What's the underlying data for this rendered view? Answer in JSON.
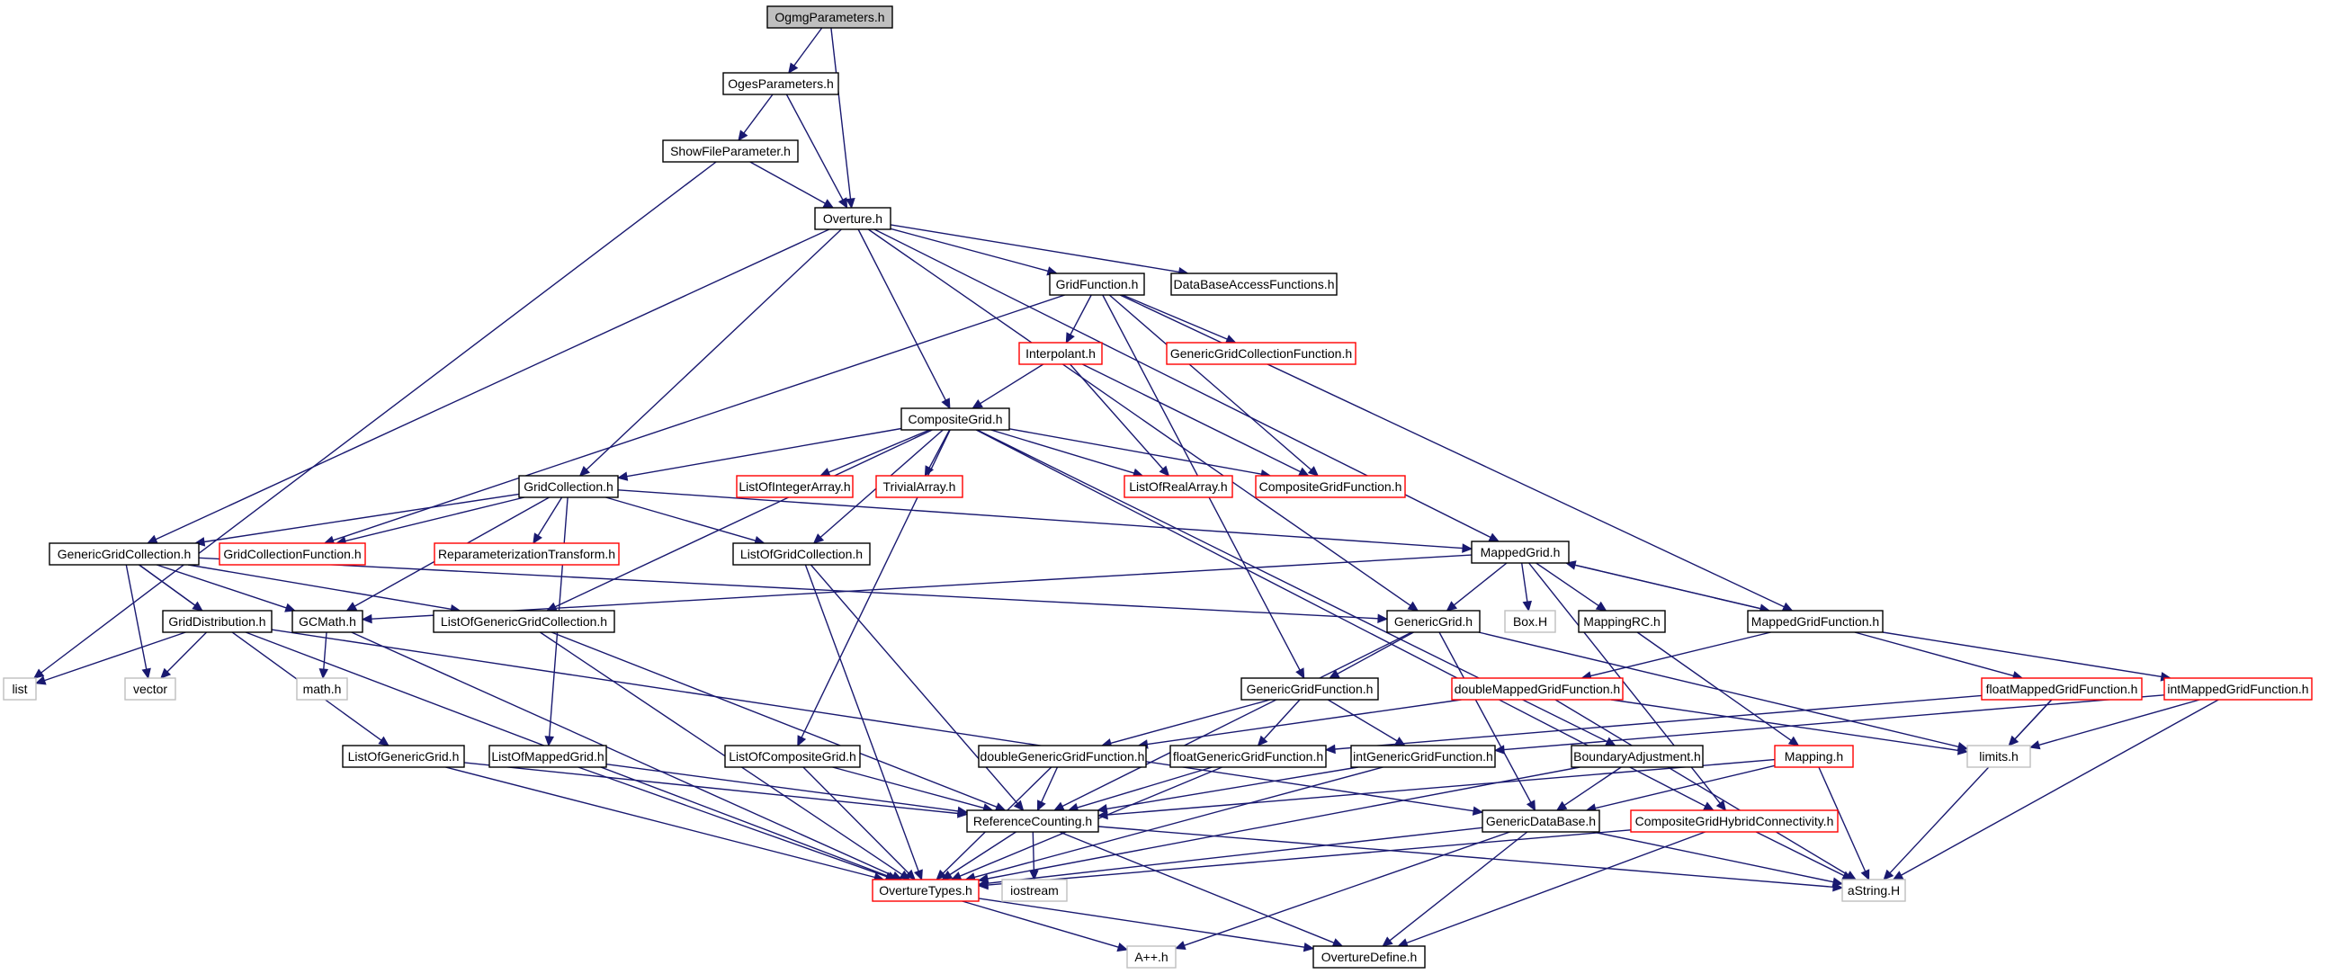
{
  "colors": {
    "edge": "#191970",
    "normal_border": "#000000",
    "red_border": "#ff0000",
    "gray_border": "#bfbfbf",
    "root_fill": "#bfbfbf"
  },
  "nodes": [
    {
      "id": "n_ogmg",
      "label": "OgmgParameters.h",
      "style": "root"
    },
    {
      "id": "n_oges",
      "label": "OgesParameters.h",
      "style": "normal"
    },
    {
      "id": "n_showfile",
      "label": "ShowFileParameter.h",
      "style": "normal"
    },
    {
      "id": "n_overture",
      "label": "Overture.h",
      "style": "normal"
    },
    {
      "id": "n_gridfunction",
      "label": "GridFunction.h",
      "style": "normal"
    },
    {
      "id": "n_dbaccess",
      "label": "DataBaseAccessFunctions.h",
      "style": "normal"
    },
    {
      "id": "n_interpolant",
      "label": "Interpolant.h",
      "style": "red"
    },
    {
      "id": "n_gencollfunc",
      "label": "GenericGridCollectionFunction.h",
      "style": "red"
    },
    {
      "id": "n_compositegrid",
      "label": "CompositeGrid.h",
      "style": "normal"
    },
    {
      "id": "n_gridcollection",
      "label": "GridCollection.h",
      "style": "normal"
    },
    {
      "id": "n_listintarray",
      "label": "ListOfIntegerArray.h",
      "style": "red"
    },
    {
      "id": "n_trivialarray",
      "label": "TrivialArray.h",
      "style": "red"
    },
    {
      "id": "n_listrealarray",
      "label": "ListOfRealArray.h",
      "style": "red"
    },
    {
      "id": "n_compgridfunc",
      "label": "CompositeGridFunction.h",
      "style": "red"
    },
    {
      "id": "n_gengridcoll",
      "label": "GenericGridCollection.h",
      "style": "normal"
    },
    {
      "id": "n_gridcollfunc",
      "label": "GridCollectionFunction.h",
      "style": "red"
    },
    {
      "id": "n_reparam",
      "label": "ReparameterizationTransform.h",
      "style": "red"
    },
    {
      "id": "n_listgridcoll",
      "label": "ListOfGridCollection.h",
      "style": "normal"
    },
    {
      "id": "n_mappedgrid",
      "label": "MappedGrid.h",
      "style": "normal"
    },
    {
      "id": "n_griddist",
      "label": "GridDistribution.h",
      "style": "normal"
    },
    {
      "id": "n_gcmath",
      "label": "GCMath.h",
      "style": "normal"
    },
    {
      "id": "n_listgengridcoll",
      "label": "ListOfGenericGridCollection.h",
      "style": "normal"
    },
    {
      "id": "n_genericgrid",
      "label": "GenericGrid.h",
      "style": "normal"
    },
    {
      "id": "n_boxh",
      "label": "Box.H",
      "style": "gray"
    },
    {
      "id": "n_mappingrc",
      "label": "MappingRC.h",
      "style": "normal"
    },
    {
      "id": "n_mappedgridfunc",
      "label": "MappedGridFunction.h",
      "style": "normal"
    },
    {
      "id": "n_list",
      "label": "list",
      "style": "gray"
    },
    {
      "id": "n_vector",
      "label": "vector",
      "style": "gray"
    },
    {
      "id": "n_mathh",
      "label": "math.h",
      "style": "gray"
    },
    {
      "id": "n_gengridfunc",
      "label": "GenericGridFunction.h",
      "style": "normal"
    },
    {
      "id": "n_doublemgf",
      "label": "doubleMappedGridFunction.h",
      "style": "red"
    },
    {
      "id": "n_floatmgf",
      "label": "floatMappedGridFunction.h",
      "style": "red"
    },
    {
      "id": "n_intmgf",
      "label": "intMappedGridFunction.h",
      "style": "red"
    },
    {
      "id": "n_listgengrid",
      "label": "ListOfGenericGrid.h",
      "style": "normal"
    },
    {
      "id": "n_listmappedgrid",
      "label": "ListOfMappedGrid.h",
      "style": "normal"
    },
    {
      "id": "n_listcompgrid",
      "label": "ListOfCompositeGrid.h",
      "style": "normal"
    },
    {
      "id": "n_doublegengridfunc",
      "label": "doubleGenericGridFunction.h",
      "style": "normal"
    },
    {
      "id": "n_floatgengridfunc",
      "label": "floatGenericGridFunction.h",
      "style": "normal"
    },
    {
      "id": "n_intgengridfunc",
      "label": "intGenericGridFunction.h",
      "style": "normal"
    },
    {
      "id": "n_boundaryadj",
      "label": "BoundaryAdjustment.h",
      "style": "normal"
    },
    {
      "id": "n_mappingh",
      "label": "Mapping.h",
      "style": "red"
    },
    {
      "id": "n_limits",
      "label": "limits.h",
      "style": "gray"
    },
    {
      "id": "n_refcounting",
      "label": "ReferenceCounting.h",
      "style": "normal"
    },
    {
      "id": "n_gendatabase",
      "label": "GenericDataBase.h",
      "style": "normal"
    },
    {
      "id": "n_compgridhybrid",
      "label": "CompositeGridHybridConnectivity.h",
      "style": "red"
    },
    {
      "id": "n_overturetypes",
      "label": "OvertureTypes.h",
      "style": "red"
    },
    {
      "id": "n_iostream",
      "label": "iostream",
      "style": "gray"
    },
    {
      "id": "n_astring",
      "label": "aString.H",
      "style": "gray"
    },
    {
      "id": "n_appp",
      "label": "A++.h",
      "style": "gray"
    },
    {
      "id": "n_overturedefine",
      "label": "OvertureDefine.h",
      "style": "normal"
    }
  ],
  "edges": [
    [
      "n_ogmg",
      "n_oges"
    ],
    [
      "n_ogmg",
      "n_overture"
    ],
    [
      "n_oges",
      "n_showfile"
    ],
    [
      "n_oges",
      "n_overture"
    ],
    [
      "n_showfile",
      "n_overture"
    ],
    [
      "n_showfile",
      "n_list"
    ],
    [
      "n_overture",
      "n_gridfunction"
    ],
    [
      "n_overture",
      "n_dbaccess"
    ],
    [
      "n_overture",
      "n_compositegrid"
    ],
    [
      "n_overture",
      "n_gridcollection"
    ],
    [
      "n_overture",
      "n_gengridcoll"
    ],
    [
      "n_overture",
      "n_mappedgrid"
    ],
    [
      "n_overture",
      "n_genericgrid"
    ],
    [
      "n_gridfunction",
      "n_interpolant"
    ],
    [
      "n_gridfunction",
      "n_gencollfunc"
    ],
    [
      "n_gridfunction",
      "n_compgridfunc"
    ],
    [
      "n_gridfunction",
      "n_gridcollfunc"
    ],
    [
      "n_gridfunction",
      "n_mappedgridfunc"
    ],
    [
      "n_gridfunction",
      "n_gengridfunc"
    ],
    [
      "n_interpolant",
      "n_compositegrid"
    ],
    [
      "n_interpolant",
      "n_listrealarray"
    ],
    [
      "n_interpolant",
      "n_compgridfunc"
    ],
    [
      "n_compositegrid",
      "n_gridcollection"
    ],
    [
      "n_compositegrid",
      "n_listintarray"
    ],
    [
      "n_compositegrid",
      "n_trivialarray"
    ],
    [
      "n_compositegrid",
      "n_listrealarray"
    ],
    [
      "n_compositegrid",
      "n_compgridfunc"
    ],
    [
      "n_compositegrid",
      "n_listgridcoll"
    ],
    [
      "n_compositegrid",
      "n_listgengridcoll"
    ],
    [
      "n_compositegrid",
      "n_listcompgrid"
    ],
    [
      "n_compositegrid",
      "n_boundaryadj"
    ],
    [
      "n_compositegrid",
      "n_compgridhybrid"
    ],
    [
      "n_gridcollection",
      "n_gengridcoll"
    ],
    [
      "n_gridcollection",
      "n_gridcollfunc"
    ],
    [
      "n_gridcollection",
      "n_reparam"
    ],
    [
      "n_gridcollection",
      "n_listgridcoll"
    ],
    [
      "n_gridcollection",
      "n_mappedgrid"
    ],
    [
      "n_gridcollection",
      "n_gcmath"
    ],
    [
      "n_gridcollection",
      "n_listmappedgrid"
    ],
    [
      "n_gengridcoll",
      "n_griddist"
    ],
    [
      "n_gengridcoll",
      "n_gcmath"
    ],
    [
      "n_gengridcoll",
      "n_listgengridcoll"
    ],
    [
      "n_gengridcoll",
      "n_genericgrid"
    ],
    [
      "n_gengridcoll",
      "n_vector"
    ],
    [
      "n_gengridcoll",
      "n_listgengrid"
    ],
    [
      "n_listgridcoll",
      "n_refcounting"
    ],
    [
      "n_listgridcoll",
      "n_overturetypes"
    ],
    [
      "n_mappedgrid",
      "n_genericgrid"
    ],
    [
      "n_mappedgrid",
      "n_boxh"
    ],
    [
      "n_mappedgrid",
      "n_mappingrc"
    ],
    [
      "n_mappedgrid",
      "n_mappedgridfunc"
    ],
    [
      "n_mappedgrid",
      "n_gcmath"
    ],
    [
      "n_mappedgridfunc",
      "n_mappedgrid"
    ],
    [
      "n_mappedgridfunc",
      "n_doublemgf"
    ],
    [
      "n_mappedgridfunc",
      "n_floatmgf"
    ],
    [
      "n_mappedgridfunc",
      "n_intmgf"
    ],
    [
      "n_griddist",
      "n_list"
    ],
    [
      "n_griddist",
      "n_vector"
    ],
    [
      "n_griddist",
      "n_overturetypes"
    ],
    [
      "n_griddist",
      "n_gendatabase"
    ],
    [
      "n_gcmath",
      "n_mathh"
    ],
    [
      "n_gcmath",
      "n_overturetypes"
    ],
    [
      "n_listgengridcoll",
      "n_refcounting"
    ],
    [
      "n_listgengridcoll",
      "n_overturetypes"
    ],
    [
      "n_genericgrid",
      "n_gengridfunc"
    ],
    [
      "n_genericgrid",
      "n_refcounting"
    ],
    [
      "n_genericgrid",
      "n_gendatabase"
    ],
    [
      "n_genericgrid",
      "n_limits"
    ],
    [
      "n_mappingrc",
      "n_mappingh"
    ],
    [
      "n_gengridfunc",
      "n_doublegengridfunc"
    ],
    [
      "n_gengridfunc",
      "n_floatgengridfunc"
    ],
    [
      "n_gengridfunc",
      "n_intgengridfunc"
    ],
    [
      "n_doublemgf",
      "n_doublegengridfunc"
    ],
    [
      "n_doublemgf",
      "n_limits"
    ],
    [
      "n_doublemgf",
      "n_astring"
    ],
    [
      "n_floatmgf",
      "n_floatgengridfunc"
    ],
    [
      "n_floatmgf",
      "n_limits"
    ],
    [
      "n_floatmgf",
      "n_astring"
    ],
    [
      "n_intmgf",
      "n_intgengridfunc"
    ],
    [
      "n_intmgf",
      "n_limits"
    ],
    [
      "n_intmgf",
      "n_astring"
    ],
    [
      "n_listgengrid",
      "n_refcounting"
    ],
    [
      "n_listgengrid",
      "n_overturetypes"
    ],
    [
      "n_listmappedgrid",
      "n_refcounting"
    ],
    [
      "n_listmappedgrid",
      "n_overturetypes"
    ],
    [
      "n_listcompgrid",
      "n_refcounting"
    ],
    [
      "n_listcompgrid",
      "n_overturetypes"
    ],
    [
      "n_doublegengridfunc",
      "n_refcounting"
    ],
    [
      "n_doublegengridfunc",
      "n_overturetypes"
    ],
    [
      "n_floatgengridfunc",
      "n_refcounting"
    ],
    [
      "n_floatgengridfunc",
      "n_overturetypes"
    ],
    [
      "n_intgengridfunc",
      "n_refcounting"
    ],
    [
      "n_intgengridfunc",
      "n_overturetypes"
    ],
    [
      "n_boundaryadj",
      "n_gendatabase"
    ],
    [
      "n_boundaryadj",
      "n_overturetypes"
    ],
    [
      "n_mappingh",
      "n_refcounting"
    ],
    [
      "n_mappingh",
      "n_gendatabase"
    ],
    [
      "n_mappingh",
      "n_astring"
    ],
    [
      "n_mappedgrid",
      "n_compgridhybrid"
    ],
    [
      "n_refcounting",
      "n_overturetypes"
    ],
    [
      "n_refcounting",
      "n_iostream"
    ],
    [
      "n_refcounting",
      "n_astring"
    ],
    [
      "n_refcounting",
      "n_overturedefine"
    ],
    [
      "n_gendatabase",
      "n_overturetypes"
    ],
    [
      "n_gendatabase",
      "n_astring"
    ],
    [
      "n_gendatabase",
      "n_appp"
    ],
    [
      "n_gendatabase",
      "n_overturedefine"
    ],
    [
      "n_compgridhybrid",
      "n_overturetypes"
    ],
    [
      "n_compgridhybrid",
      "n_astring"
    ],
    [
      "n_compgridhybrid",
      "n_overturedefine"
    ],
    [
      "n_overturetypes",
      "n_appp"
    ],
    [
      "n_overturetypes",
      "n_overturedefine"
    ]
  ]
}
